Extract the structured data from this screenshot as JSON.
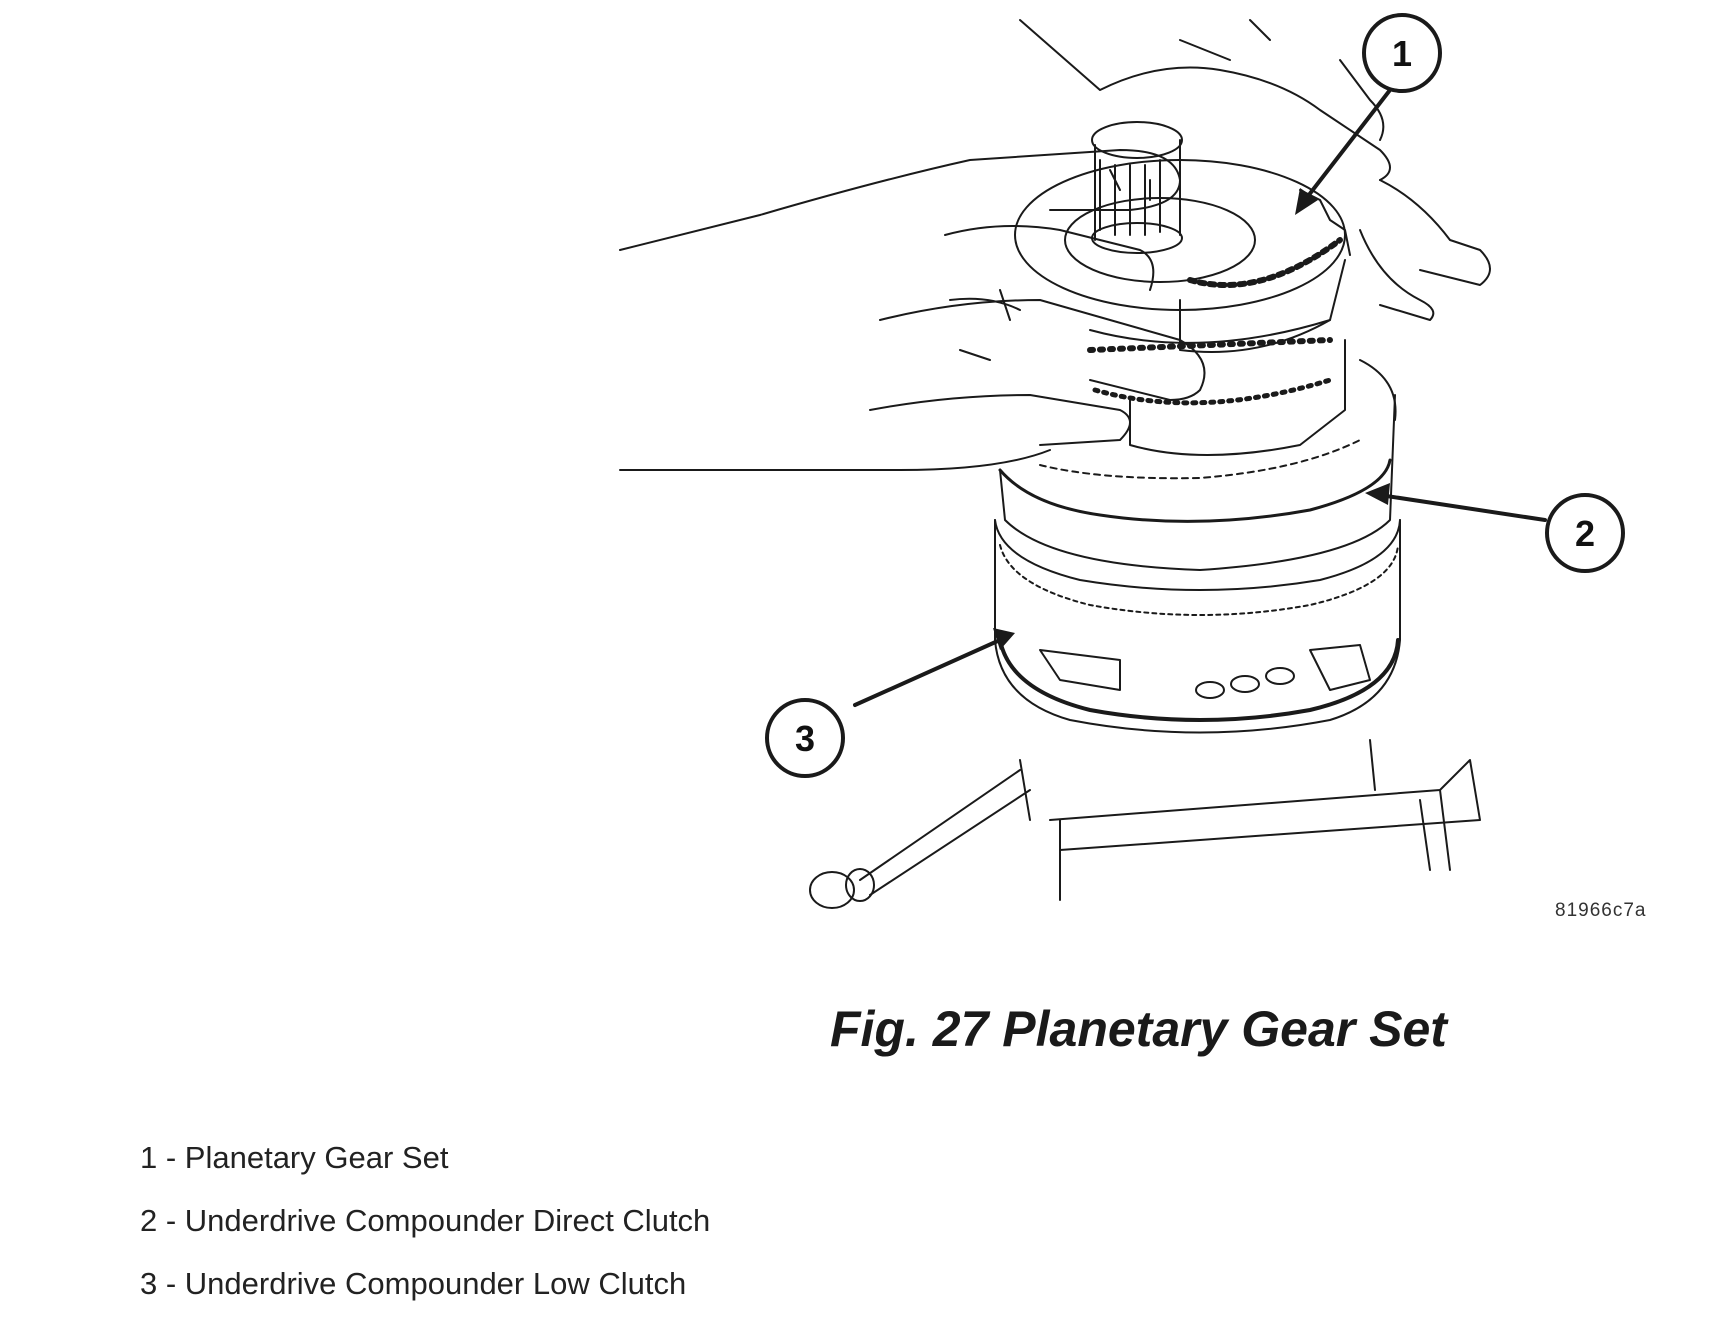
{
  "figure": {
    "caption": "Fig. 27 Planetary Gear Set",
    "image_code": "81966c7a",
    "callouts": [
      "1",
      "2",
      "3"
    ]
  },
  "legend": [
    "1 - Planetary Gear Set",
    "2 - Underdrive Compounder Direct Clutch",
    "3 - Underdrive Compounder Low Clutch"
  ]
}
